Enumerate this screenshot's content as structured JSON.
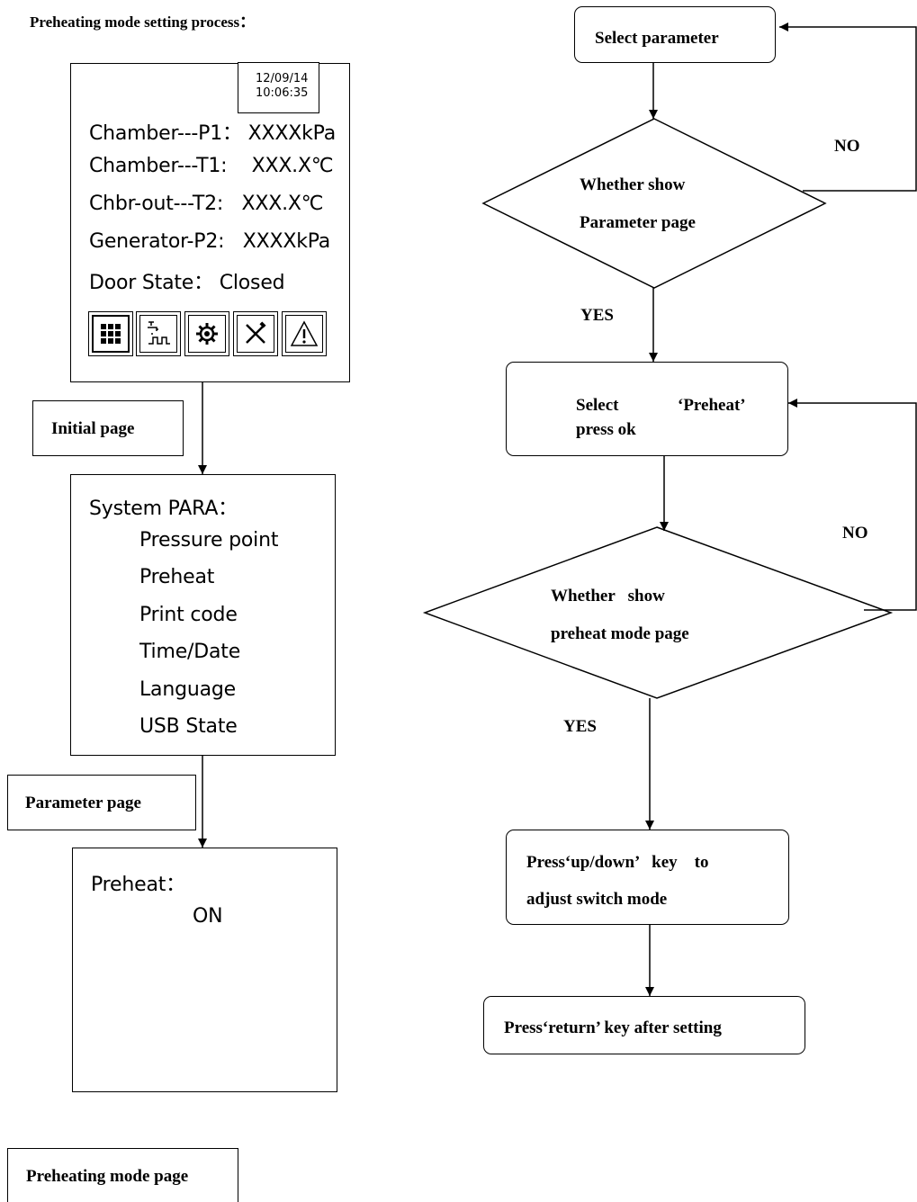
{
  "heading": "Preheating mode setting process：",
  "initial_screen": {
    "date": "12/09/14",
    "time": "10:06:35",
    "lines": [
      "Chamber---P1： XXXXkPa",
      "Chamber---T1:    XXX.X℃",
      "Chbr-out---T2:   XXX.X℃",
      "Generator-P2:   XXXXkPa",
      "Door State： Closed"
    ],
    "icons": [
      "grid-icon",
      "faucet-pulse-icon",
      "gear-icon",
      "tools-icon",
      "warning-icon"
    ]
  },
  "initial_label": "Initial page",
  "parameter_screen": {
    "title": "System PARA：",
    "items": [
      "Pressure point",
      "Preheat",
      "Print code",
      "Time/Date",
      "Language",
      "USB State"
    ]
  },
  "parameter_label": "Parameter page",
  "preheat_screen": {
    "title": "Preheat：",
    "value": "ON"
  },
  "preheat_label": "Preheating mode page",
  "flow": {
    "select_parameter": "Select parameter",
    "decision1_line1": "Whether show",
    "decision1_line2": "Parameter page",
    "no1": "NO",
    "yes1": "YES",
    "select_preheat_word1": "Select",
    "select_preheat_word2": "‘Preheat’",
    "select_preheat_line2": "press ok",
    "no2": "NO",
    "decision2_line1": "Whether   show",
    "decision2_line2": "preheat mode page",
    "yes2": "YES",
    "press_updown_line1": "Press‘up/down’   key    to",
    "press_updown_line2": "adjust switch mode",
    "press_return": "Press‘return’ key after setting"
  }
}
